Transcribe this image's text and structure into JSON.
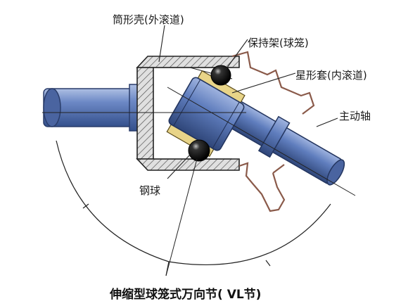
{
  "labels": {
    "outer_race": "筒形壳(外滚道)",
    "cage": "保持架(球笼)",
    "inner_race": "星形套(内滚道)",
    "drive_shaft": "主动轴",
    "steel_ball": "钢球"
  },
  "caption": "伸缩型球笼式万向节( VL节)",
  "colors": {
    "shaft_blue": "#5b78b6",
    "shaft_dark": "#2f4679",
    "housing_fill": "#d8d8d8",
    "cage_yellow": "#e8d488",
    "boot_outline": "#8a5a4a",
    "ball": "#111111"
  },
  "icons": {
    "ball": "steel-ball-icon"
  }
}
